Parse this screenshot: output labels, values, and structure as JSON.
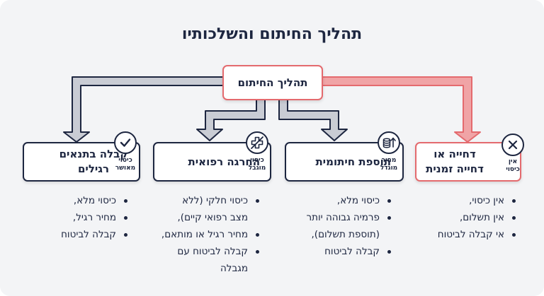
{
  "title": "תהליך החיתום והשלכותיו",
  "root": {
    "label": "תהליך החיתום"
  },
  "categories": [
    {
      "label_lines": [
        "קבלה בתנאים",
        "רגילים"
      ],
      "icon": "check-icon",
      "icon_label_lines": [
        "כיסוי",
        "מאושר"
      ],
      "items": [
        "כיסוי מלא,",
        "מחיר רגיל,",
        "קבלה לביטוח"
      ]
    },
    {
      "label_lines": [
        "החרגה רפואית"
      ],
      "icon": "medical-exclusion-icon",
      "icon_label_lines": [
        "כיסוי",
        "מוגבל"
      ],
      "items": [
        "כיסוי חלקי (ללא",
        "מצב רפואי קיים),",
        "מחיר רגיל או מותאם,",
        "קבלה לביטוח עם",
        "מגבלה"
      ]
    },
    {
      "label_lines": [
        "תוספת חיתומית"
      ],
      "icon": "coins-up-icon",
      "icon_label_lines": [
        "מחיר",
        "מוגדל"
      ],
      "items": [
        "כיסוי מלא,",
        "פרמיה גבוהה יותר",
        "(תוספת תשלום),",
        "קבלה לביטוח"
      ]
    },
    {
      "label_lines": [
        "דחייה או",
        "דחייה זמנית"
      ],
      "icon": "close-icon",
      "icon_label_lines": [
        "אין",
        "כיסוי"
      ],
      "items": [
        "אין כיסוי,",
        "אין תשלום,",
        "אי קבלה לביטוח"
      ]
    }
  ],
  "colors": {
    "navy": "#1d2640",
    "red_accent": "#e46a6e",
    "arrow_fill": "#c9ccd4",
    "arrow_red_fill": "#f0a4a6",
    "background": "#f3f4f6"
  }
}
